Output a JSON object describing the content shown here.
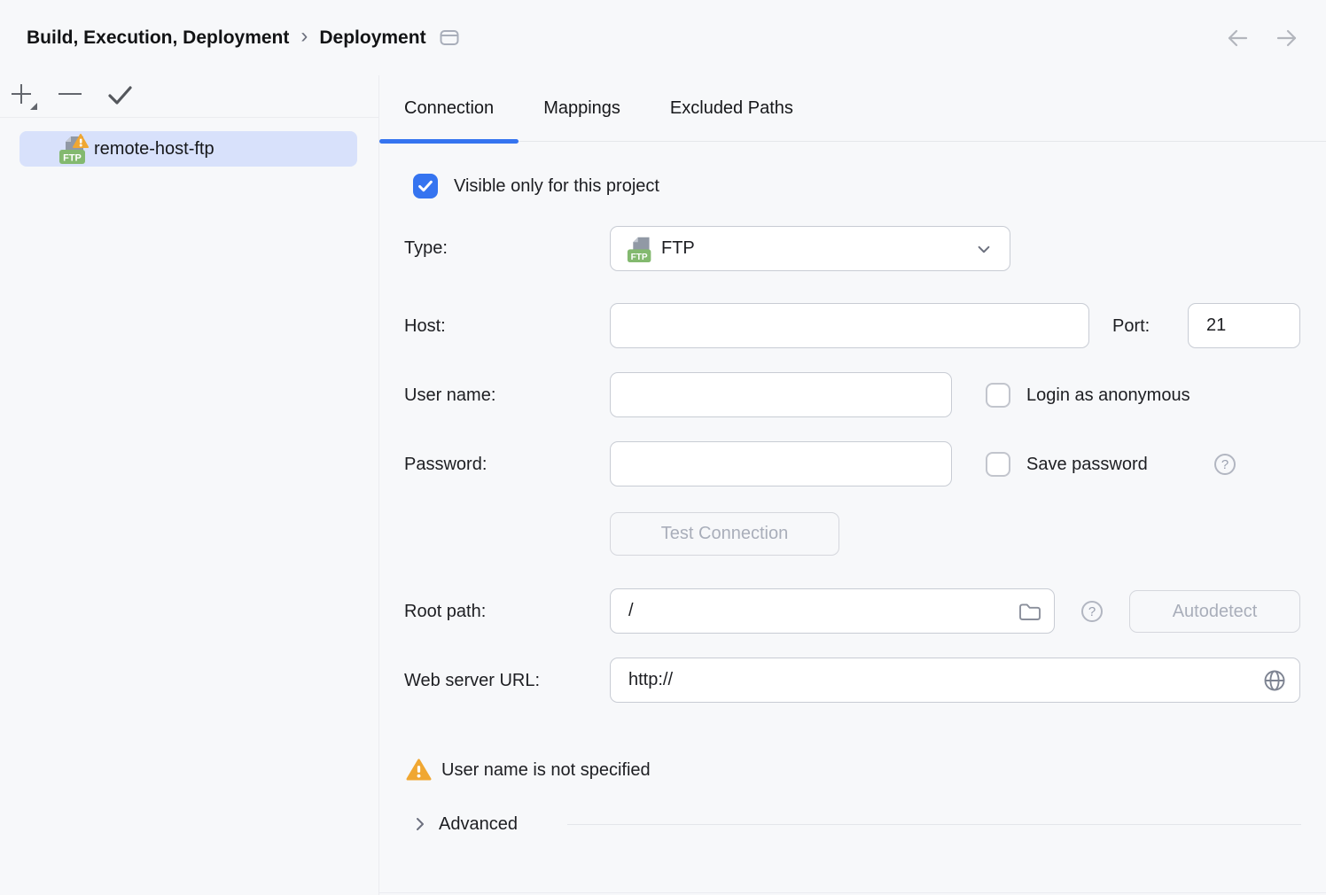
{
  "header": {
    "breadcrumb_root": "Build, Execution, Deployment",
    "breadcrumb_sep": "›",
    "breadcrumb_current": "Deployment"
  },
  "sidebar": {
    "items": [
      {
        "label": "remote-host-ftp",
        "selected": true
      }
    ]
  },
  "tabs": [
    {
      "label": "Connection",
      "active": true
    },
    {
      "label": "Mappings",
      "active": false
    },
    {
      "label": "Excluded Paths",
      "active": false
    }
  ],
  "form": {
    "visible_checkbox": {
      "label": "Visible only for this project",
      "checked": true
    },
    "type": {
      "label": "Type:",
      "value": "FTP"
    },
    "host": {
      "label": "Host:",
      "value": "",
      "port_label": "Port:",
      "port_value": "21"
    },
    "user": {
      "label": "User name:",
      "value": "",
      "anon_label": "Login as anonymous",
      "anon_checked": false
    },
    "password": {
      "label": "Password:",
      "value": "",
      "save_label": "Save password",
      "save_checked": false
    },
    "test_button_label": "Test Connection",
    "root": {
      "label": "Root path:",
      "value": "/",
      "autodetect_label": "Autodetect"
    },
    "web": {
      "label": "Web server URL:",
      "value": "http://"
    },
    "warning_text": "User name is not specified",
    "advanced_label": "Advanced"
  },
  "icons": {
    "ftp_badge": "FTP",
    "help_glyph": "?"
  },
  "colors": {
    "accent_blue": "#3574f0",
    "selection_bg": "#d8e1fb",
    "warning_amber": "#f0a732",
    "ftp_badge_green": "#83b96f",
    "panel_bg": "#f7f8fa",
    "divider": "#ebecf0",
    "input_border": "#c8ccd4",
    "disabled_text": "#a9aeba"
  }
}
